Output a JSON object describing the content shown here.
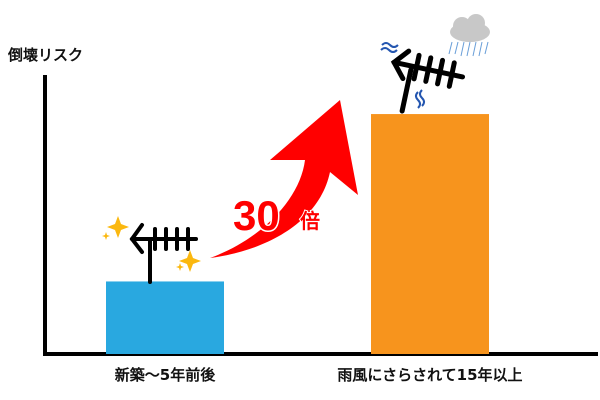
{
  "chart_data": {
    "type": "bar",
    "ylabel": "倒壊リスク",
    "categories": [
      "新築～5年前後",
      "雨風にさらされて15年以上"
    ],
    "values": [
      26,
      86
    ],
    "ylim": [
      0,
      100
    ],
    "colors": [
      "#29A8E0",
      "#F7941D"
    ],
    "grid": false,
    "annotation": {
      "number": "30",
      "suffix": "倍",
      "color": "#FF0000"
    },
    "icons": [
      "sparkle-icon",
      "antenna-icon",
      "rain-cloud-icon",
      "wind-icon"
    ]
  }
}
